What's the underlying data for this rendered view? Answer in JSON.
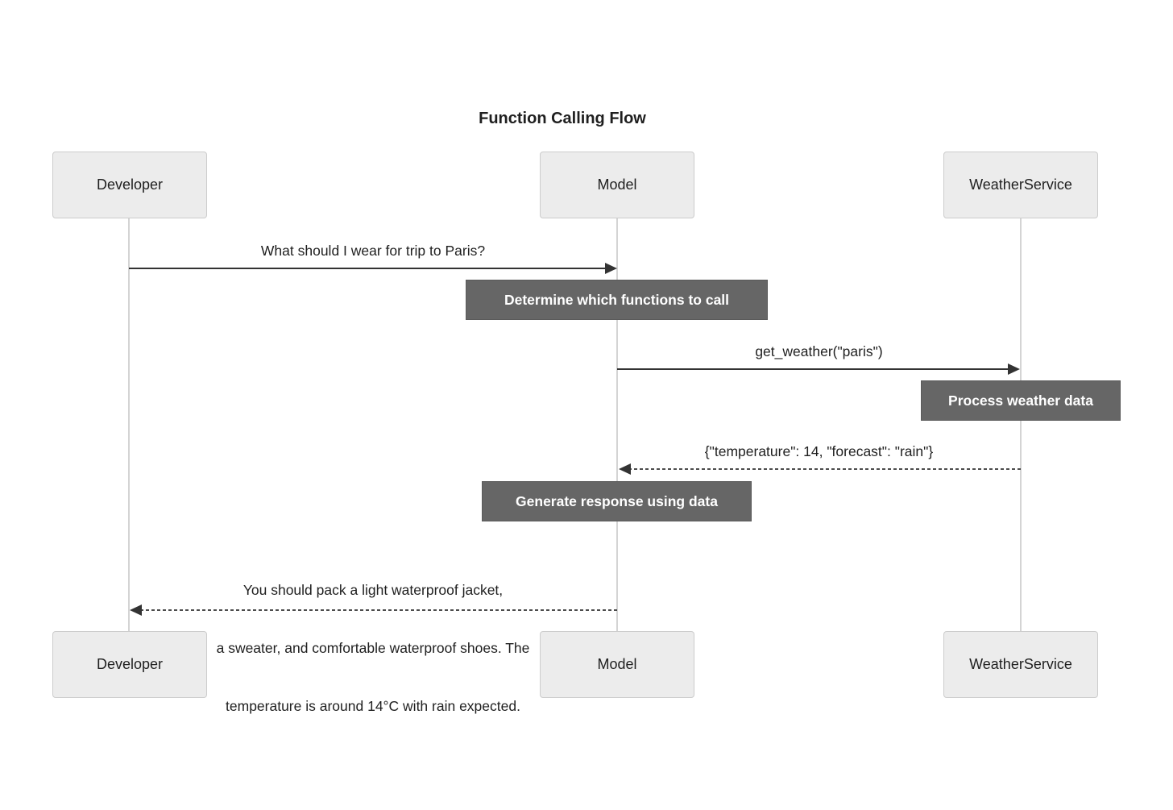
{
  "diagram": {
    "title": "Function Calling Flow",
    "actors": [
      "Developer",
      "Model",
      "WeatherService"
    ],
    "messages": [
      {
        "from": "Developer",
        "to": "Model",
        "style": "solid",
        "text": "What should I wear for trip to Paris?"
      },
      {
        "from": "Model",
        "to": "WeatherService",
        "style": "solid",
        "text": "get_weather(\"paris\")"
      },
      {
        "from": "WeatherService",
        "to": "Model",
        "style": "dashed",
        "text": "{\"temperature\": 14, \"forecast\": \"rain\"}"
      },
      {
        "from": "Model",
        "to": "Developer",
        "style": "dashed",
        "lines": [
          "You should pack a light waterproof jacket,",
          "a sweater, and comfortable waterproof shoes. The",
          "temperature is around 14°C with rain expected."
        ]
      }
    ],
    "notes": [
      {
        "over": "Model",
        "text": "Determine which functions to call"
      },
      {
        "over": "WeatherService",
        "text": "Process weather data"
      },
      {
        "over": "Model",
        "text": "Generate response using data"
      }
    ]
  },
  "colors": {
    "actor_fill": "#ececec",
    "actor_border": "#cccccc",
    "note_fill": "#666666",
    "note_text": "#ffffff",
    "line": "#333333",
    "lifeline": "#cccccc",
    "text": "#1f1f1f",
    "background": "#ffffff"
  }
}
